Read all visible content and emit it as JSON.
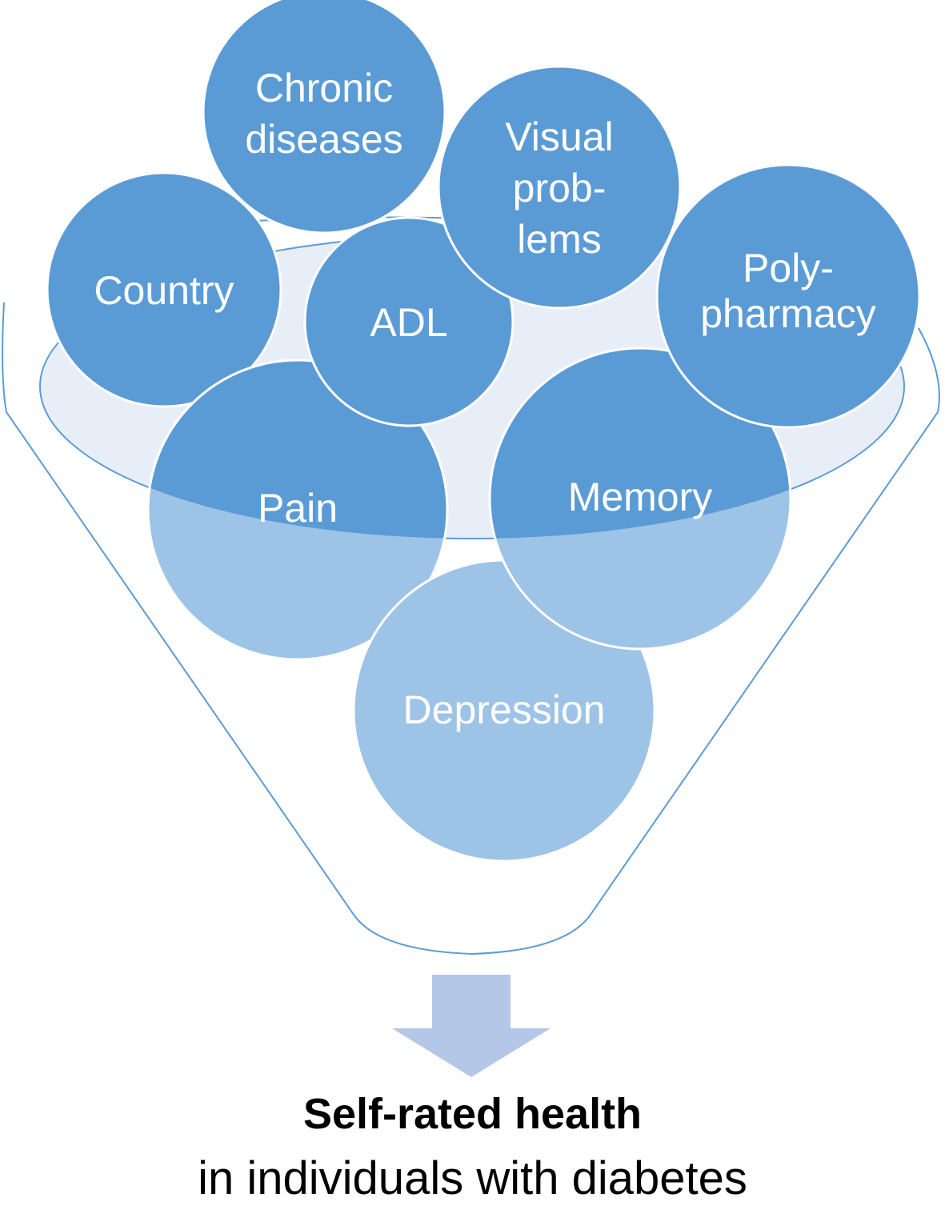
{
  "diagram": {
    "factors": [
      {
        "id": "chronic-diseases",
        "lines": [
          "Chronic",
          "diseases"
        ]
      },
      {
        "id": "visual-problems",
        "lines": [
          "Visual",
          "prob-",
          "lems"
        ]
      },
      {
        "id": "country",
        "lines": [
          "Country"
        ]
      },
      {
        "id": "adl",
        "lines": [
          "ADL"
        ]
      },
      {
        "id": "polypharmacy",
        "lines": [
          "Poly-",
          "pharmacy"
        ]
      },
      {
        "id": "pain",
        "lines": [
          "Pain"
        ]
      },
      {
        "id": "memory",
        "lines": [
          "Memory"
        ]
      },
      {
        "id": "depression",
        "lines": [
          "Depression"
        ]
      }
    ],
    "outcome": {
      "title": "Self-rated health",
      "subtitle": "in individuals with diabetes"
    }
  },
  "colors": {
    "circle_dark": "#5b9bd5",
    "circle_light": "#9dc3e6",
    "funnel_outline": "#5b9bd5",
    "funnel_rim_fill": "#e7eef8",
    "arrow": "#b4c7e7",
    "circle_stroke": "#ffffff"
  }
}
